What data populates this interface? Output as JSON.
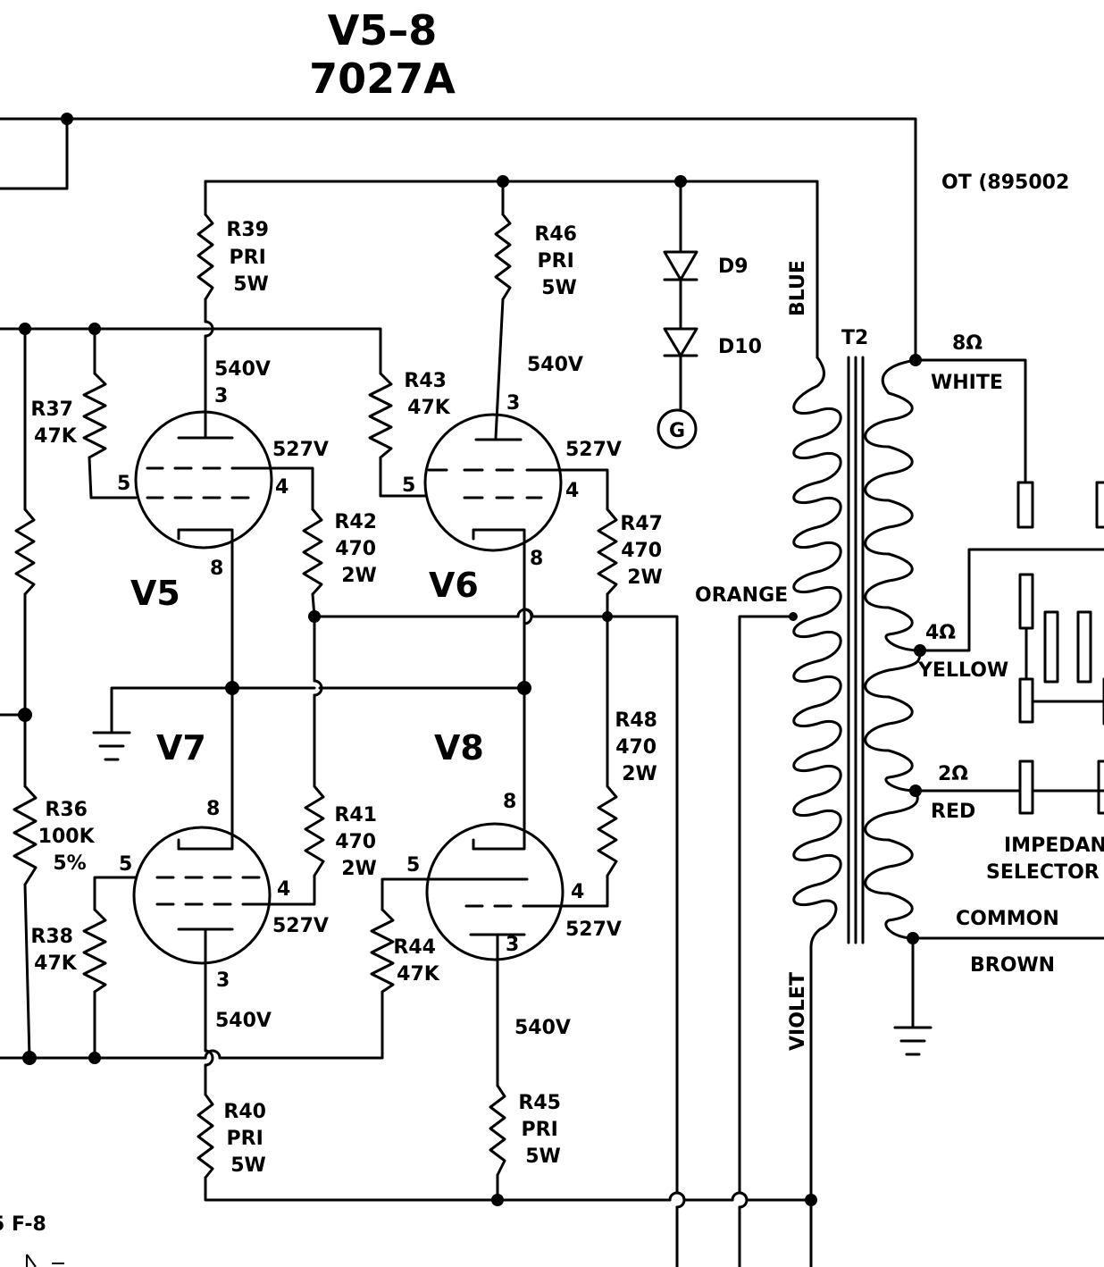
{
  "title": {
    "line1": "V5–8",
    "line2": "7027A"
  },
  "ot_label": "OT (895002",
  "transformer_label": "T2",
  "tubes": {
    "v5": "V5",
    "v6": "V6",
    "v7": "V7",
    "v8": "V8"
  },
  "pins": {
    "p3": "3",
    "p4": "4",
    "p5": "5",
    "p8": "8"
  },
  "resistors": {
    "r39": [
      "R39",
      "PRI",
      "5W"
    ],
    "r46": [
      "R46",
      "PRI",
      "5W"
    ],
    "r40": [
      "R40",
      "PRI",
      "5W"
    ],
    "r45": [
      "R45",
      "PRI",
      "5W"
    ],
    "r37": [
      "R37",
      "47K"
    ],
    "r43": [
      "R43",
      "47K"
    ],
    "r38": [
      "R38",
      "47K"
    ],
    "r44": [
      "R44",
      "47K"
    ],
    "r42": [
      "R42",
      "470",
      "2W"
    ],
    "r47": [
      "R47",
      "470",
      "2W"
    ],
    "r41": [
      "R41",
      "470",
      "2W"
    ],
    "r48": [
      "R48",
      "470",
      "2W"
    ],
    "r36": [
      "R36",
      "100K",
      "5%"
    ]
  },
  "voltages": {
    "plate": "540V",
    "screen": "527V"
  },
  "diodes": {
    "d9": "D9",
    "d10": "D10",
    "g": "G"
  },
  "wires": {
    "blue": "BLUE",
    "orange": "ORANGE",
    "violet": "VIOLET"
  },
  "taps": {
    "ohm8": "8Ω",
    "white": "WHITE",
    "ohm4": "4Ω",
    "yellow": "YELLOW",
    "ohm2": "2Ω",
    "red": "RED",
    "common": "COMMON",
    "brown": "BROWN"
  },
  "selector": {
    "line1": "IMPEDAN",
    "line2": "SELECTOR"
  },
  "ref_bottom": "5 F-8"
}
